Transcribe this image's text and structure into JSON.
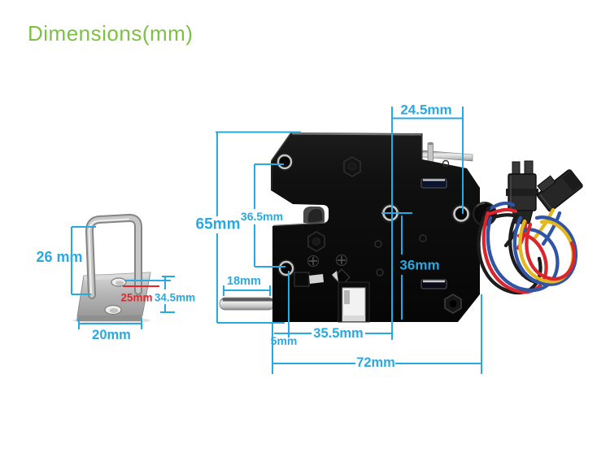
{
  "title": "Dimensions(mm)",
  "colors": {
    "title_green": "#7cc242",
    "dimension_cyan": "#29a9e2",
    "dimension_red": "#e8252a",
    "lock_body": "#0e0e0e",
    "wire_red": "#d8262c",
    "wire_blue": "#2f55a4",
    "wire_yellow": "#e3b81f",
    "wire_black": "#1c1c1c"
  },
  "dimensions": {
    "lock": {
      "pin_offset": "24.5mm",
      "height": "65mm",
      "left_hole_spacing": "36.5mm",
      "center_hole_to_bottom": "36mm",
      "shaft_length": "18mm",
      "edge_to_hole": "5mm",
      "hole_to_center": "35.5mm",
      "width": "72mm"
    },
    "bracket": {
      "loop_height": "26 mm",
      "hole_offset": "25mm",
      "plate_depth": "34.5mm",
      "plate_width": "20mm"
    }
  }
}
